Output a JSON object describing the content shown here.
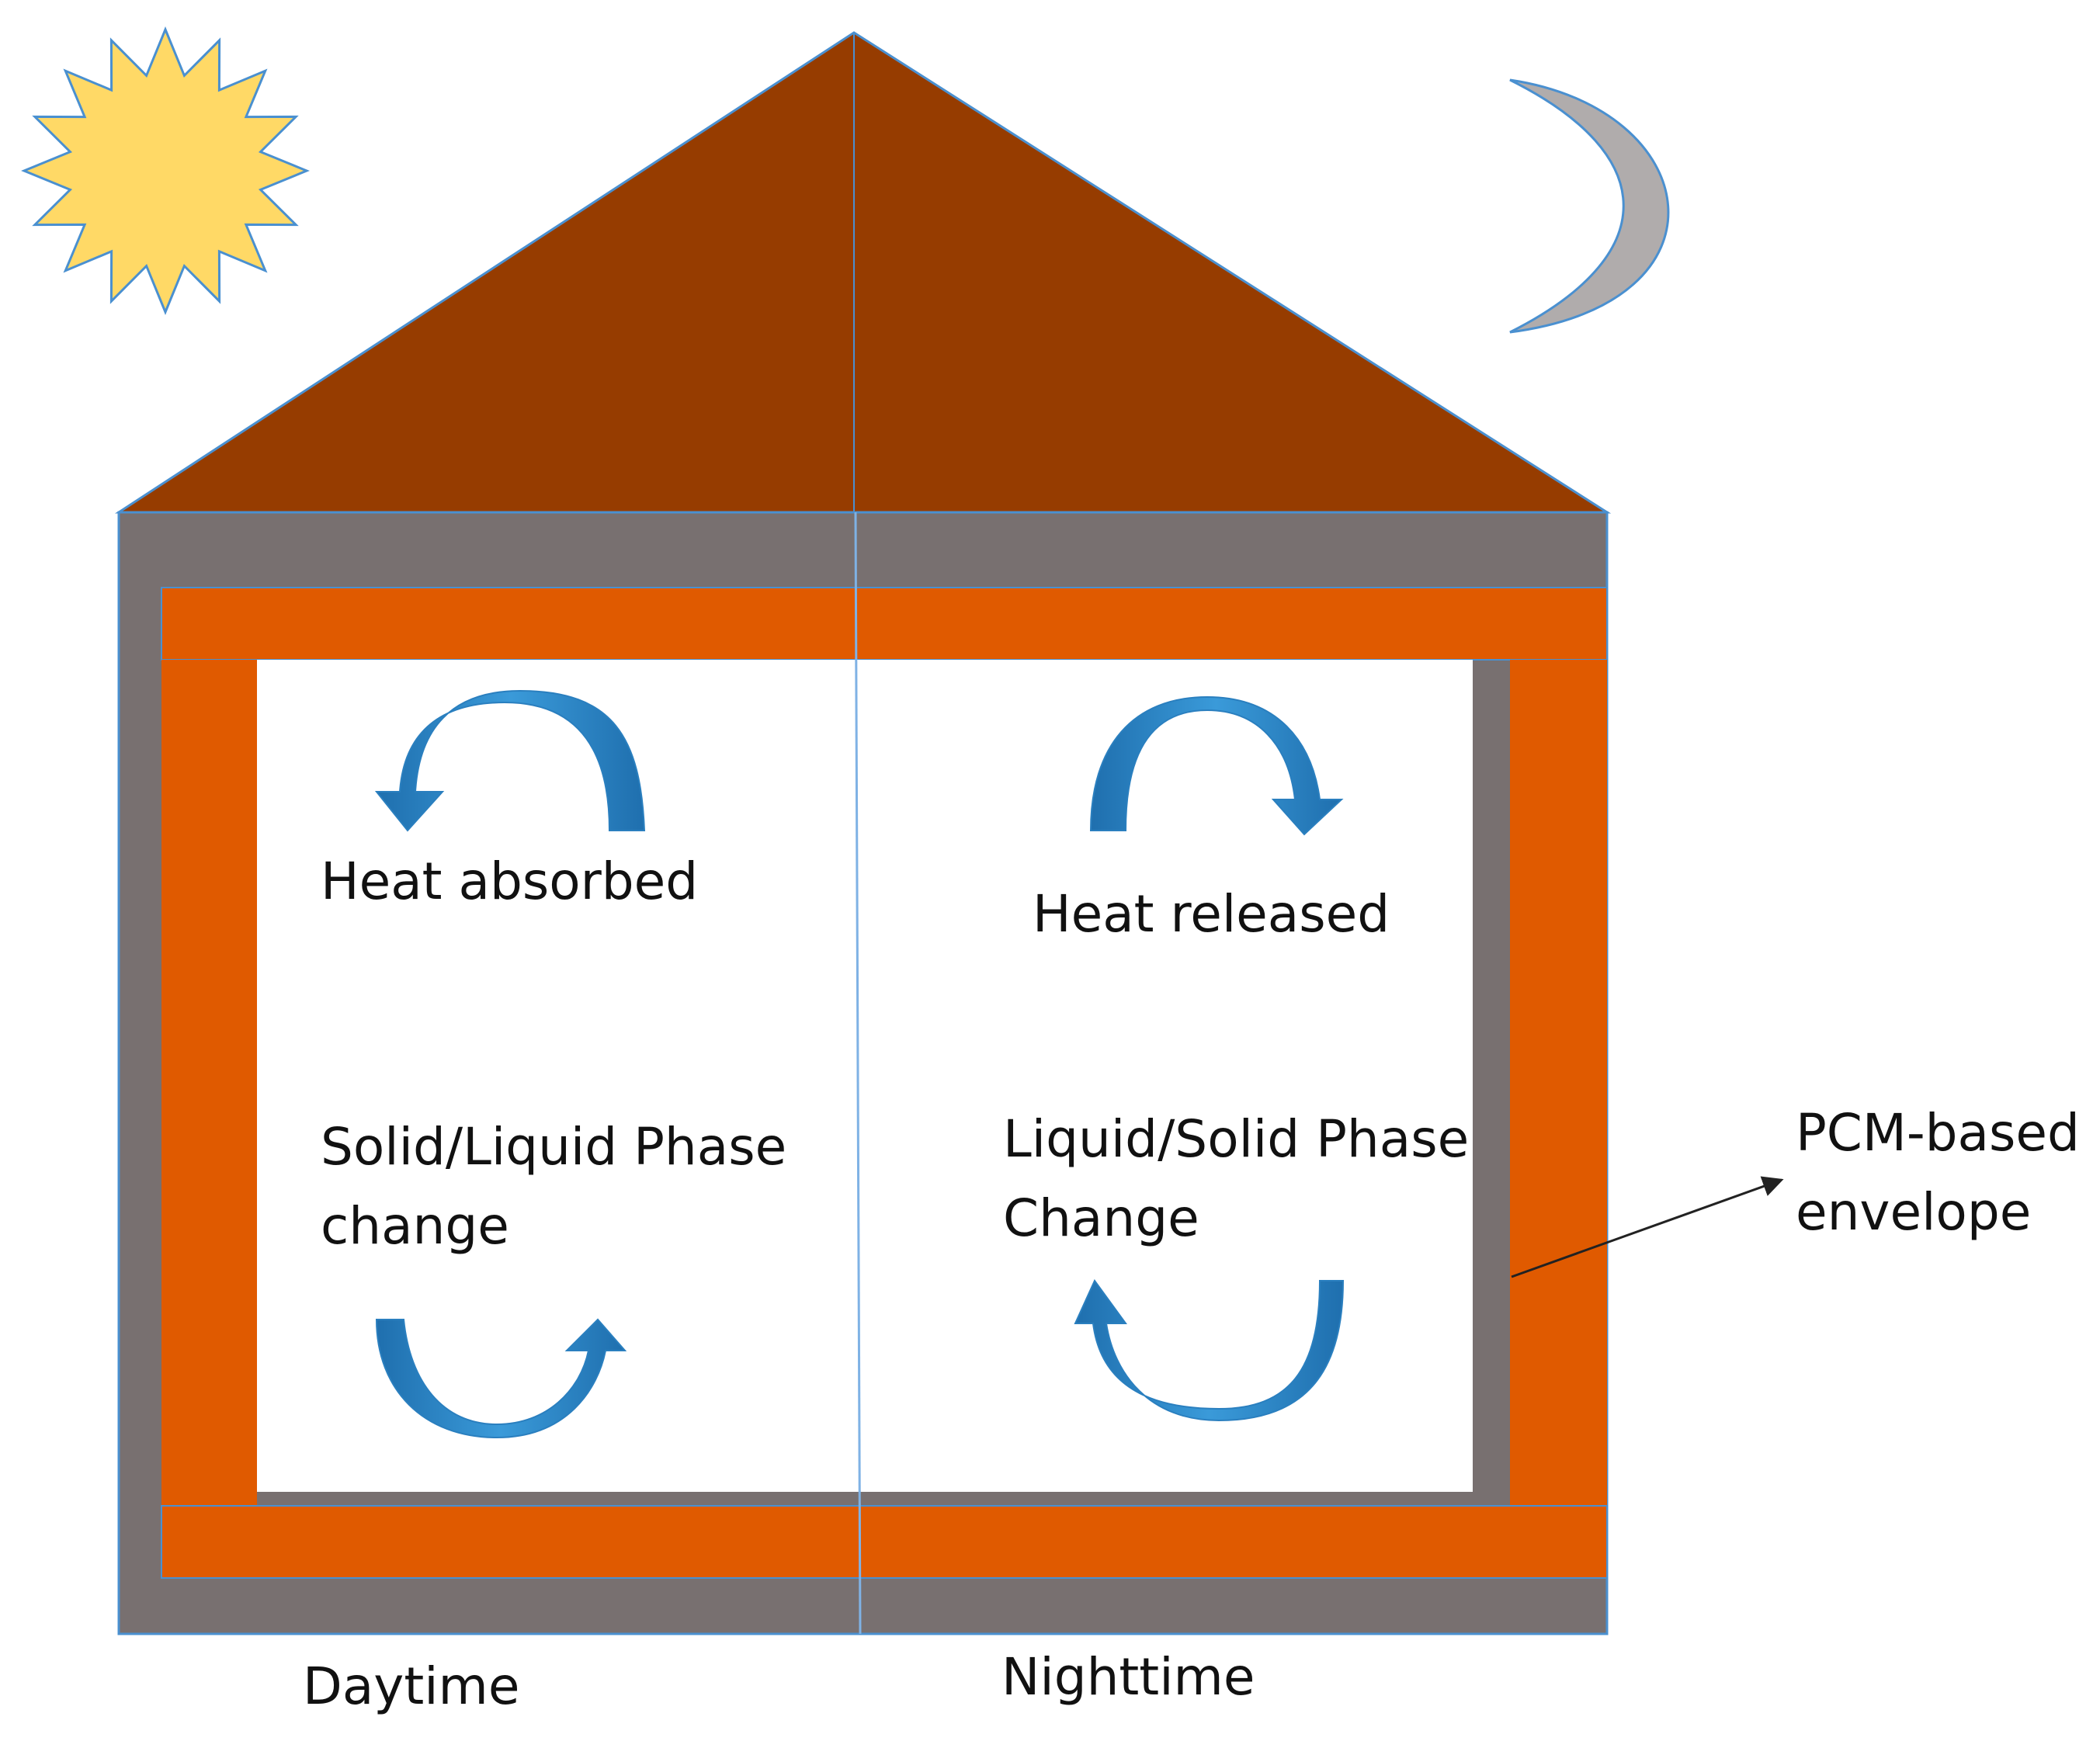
{
  "labels": {
    "heat_absorbed": "Heat absorbed",
    "heat_released": "Heat released",
    "day_phase_line1": "Solid/Liquid Phase",
    "day_phase_line2": "change",
    "night_phase_line1": "Liquid/Solid Phase",
    "night_phase_line2": "Change",
    "envelope_line1": "PCM-based",
    "envelope_line2": "envelope",
    "daytime": "Daytime",
    "nighttime": "Nighttime"
  },
  "colors": {
    "roof": "#963C00",
    "wall": "#787070",
    "pcm_layer": "#E05A00",
    "interior": "#FFFFFF",
    "sun": "#FFD966",
    "sun_outline": "#4A90D0",
    "moon": "#B0ACAC",
    "arrow_blue": "#3A9AD9",
    "divider": "#7FB2E5",
    "pointer": "#222222"
  },
  "icons": {
    "sun": "sun-icon",
    "moon": "moon-icon"
  }
}
